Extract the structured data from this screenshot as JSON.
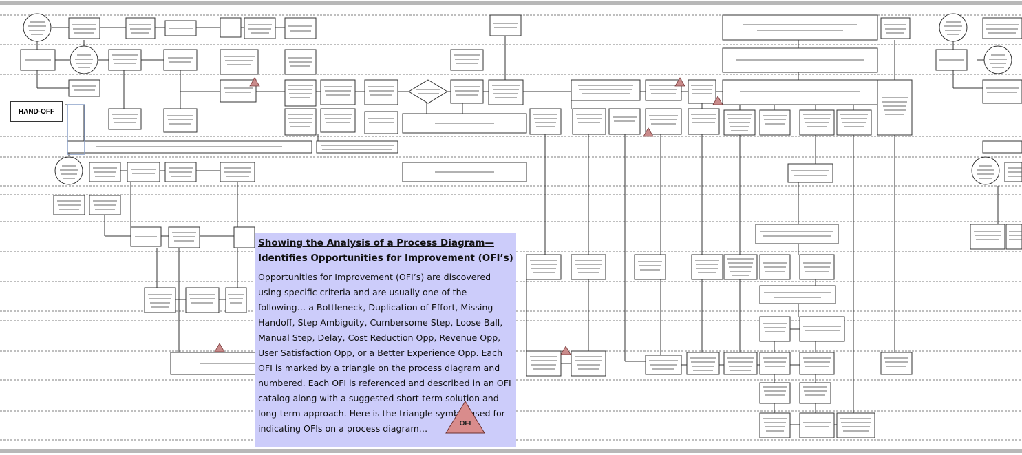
{
  "handoff_label": "HAND-OFF",
  "callout": {
    "title_line1": "Showing the Analysis of a Process Diagram—",
    "title_line2": "Identifies Opportunities for Improvement (OFI’s)",
    "body": "Opportunities for Improvement (OFI’s) are discovered using specific criteria and are usually one of the following… a Bottleneck, Duplication of Effort, Missing Handoff, Step Ambiguity, Cumbersome Step, Loose Ball, Manual Step, Delay, Cost Reduction Opp, Revenue Opp, User Satisfaction Opp, or a Better Experience Opp. Each OFI is marked by a triangle on the process diagram and numbered. Each OFI is referenced and described in an OFI catalog along with a suggested short-term solution and long-term approach. Here is the triangle symbol used for indicating OFIs on a process diagram…",
    "symbol_label": "OFI"
  },
  "colors": {
    "callout_bg": "#ccccfa",
    "ofi_triangle": "#d98c8c",
    "triangle_marker": "#c98a8a"
  }
}
